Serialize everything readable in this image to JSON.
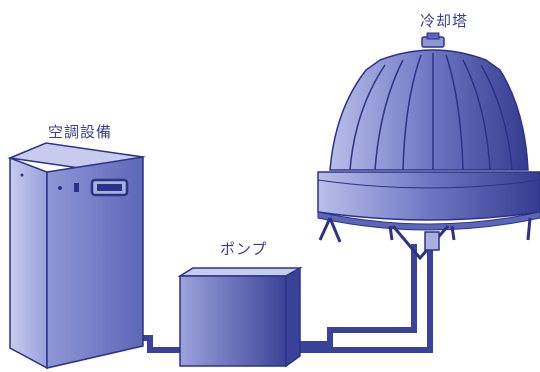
{
  "labels": {
    "air_conditioner": "空調設備",
    "pump": "ポンプ",
    "cooling_tower": "冷却塔"
  },
  "colors": {
    "label_text": "#3a3f96",
    "equipment_light": "#a9b0de",
    "equipment_mid": "#6c74c2",
    "equipment_dark": "#2c3288",
    "pipe": "#3a4199"
  }
}
